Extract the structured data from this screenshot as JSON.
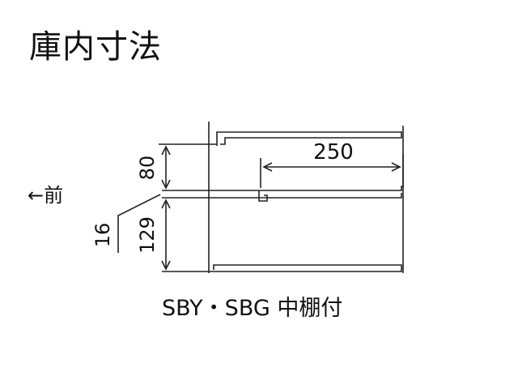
{
  "title": "庫内寸法",
  "front_label": "←前",
  "caption": "SBY・SBG 中棚付",
  "dimensions": {
    "depth": "250",
    "upper_height": "80",
    "lower_height": "129",
    "shelf_thickness": "16"
  }
}
